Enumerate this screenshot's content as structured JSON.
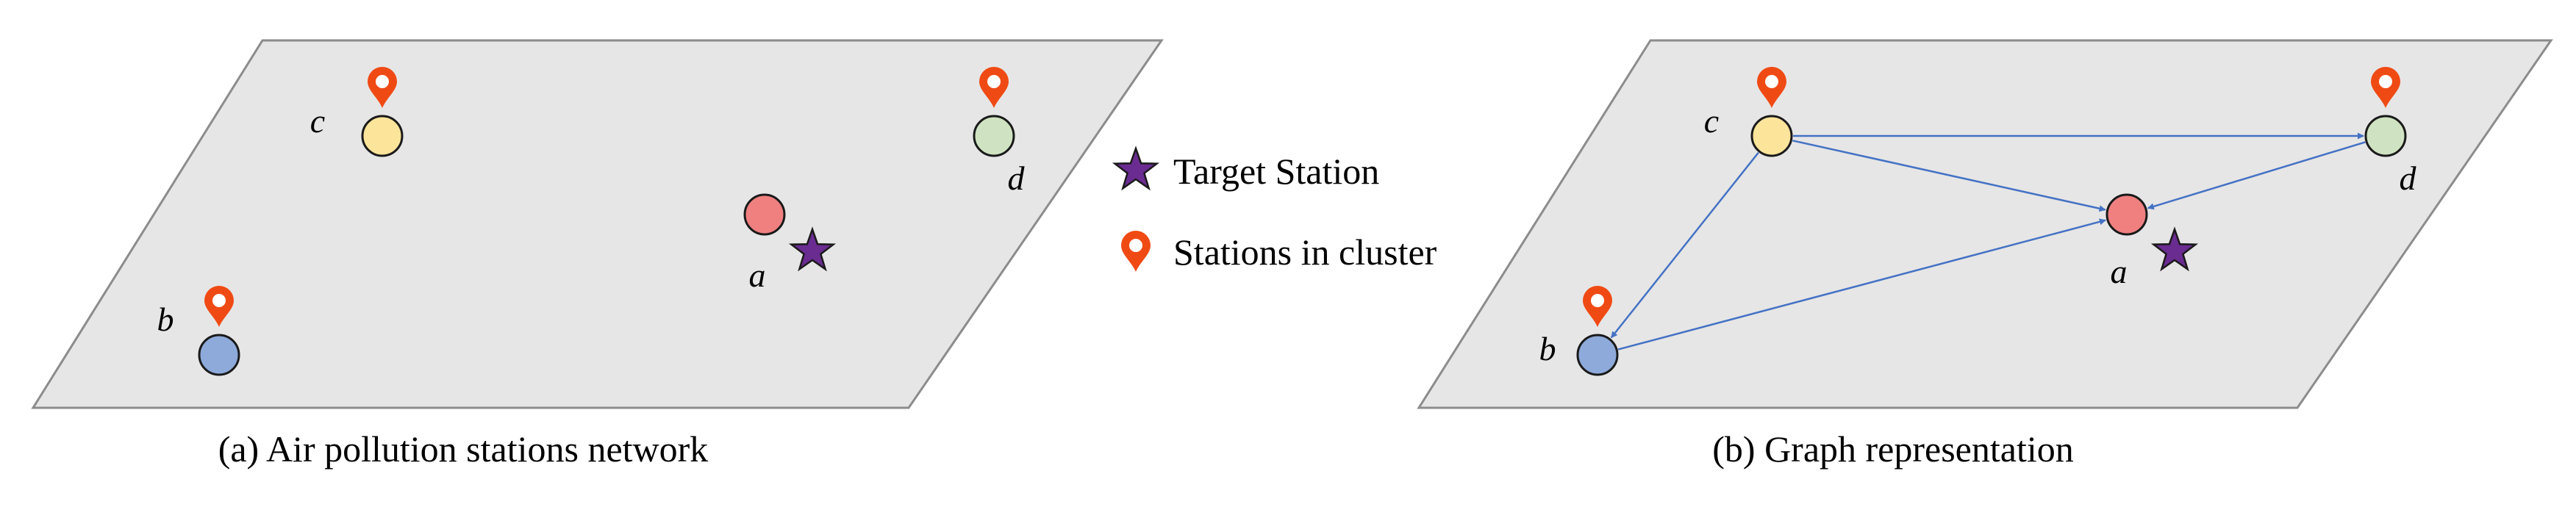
{
  "panels": [
    {
      "id": "a",
      "caption": "(a) Air pollution stations network",
      "nodes": [
        {
          "label": "c",
          "color": "#fde49b",
          "pin": true,
          "star": false
        },
        {
          "label": "d",
          "color": "#cfe3c2",
          "pin": true,
          "star": false
        },
        {
          "label": "a",
          "color": "#f08080",
          "pin": false,
          "star": true
        },
        {
          "label": "b",
          "color": "#8eaadb",
          "pin": true,
          "star": false
        }
      ],
      "edges": []
    },
    {
      "id": "b",
      "caption": "(b) Graph representation",
      "nodes": [
        {
          "label": "c",
          "color": "#fde49b",
          "pin": true,
          "star": false
        },
        {
          "label": "d",
          "color": "#cfe3c2",
          "pin": true,
          "star": false
        },
        {
          "label": "a",
          "color": "#f08080",
          "pin": false,
          "star": true
        },
        {
          "label": "b",
          "color": "#8eaadb",
          "pin": true,
          "star": false
        }
      ],
      "edges": [
        {
          "from": "c",
          "to": "d"
        },
        {
          "from": "c",
          "to": "a"
        },
        {
          "from": "c",
          "to": "b"
        },
        {
          "from": "d",
          "to": "a"
        },
        {
          "from": "b",
          "to": "a"
        }
      ]
    }
  ],
  "legend": {
    "target_label": "Target Station",
    "cluster_label": "Stations in cluster"
  },
  "colors": {
    "plane_fill": "#e6e6e6",
    "plane_stroke": "#8c8c8c",
    "pin": "#f04a14",
    "star": "#6a2c91",
    "edge": "#4472c4"
  }
}
